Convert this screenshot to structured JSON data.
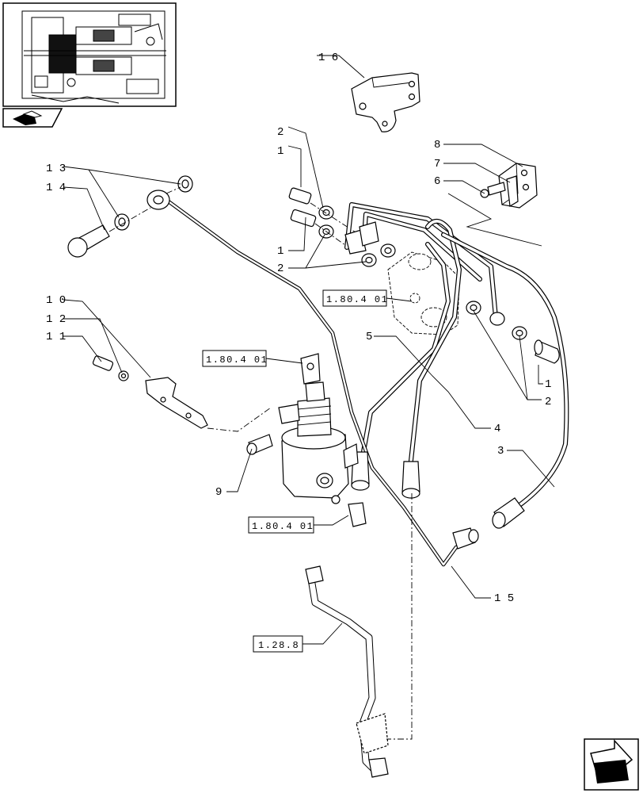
{
  "callouts": {
    "c16": "1 6",
    "c8": "8",
    "c7": "7",
    "c6": "6",
    "c2a": "2",
    "c1a": "1",
    "c13": "1 3",
    "c14": "1 4",
    "c1b": "1",
    "c2b": "2",
    "c10": "1 0",
    "c12": "1 2",
    "c11": "1 1",
    "c5": "5",
    "c1c": "1",
    "c2c": "2",
    "c4": "4",
    "c3": "3",
    "c9": "9",
    "c15": "1 5"
  },
  "references": {
    "ref_a": "1.80.4 01",
    "ref_b": "1.80.4 01",
    "ref_c": "1.80.4 01",
    "ref_d": "1.28.8"
  },
  "icons": {
    "thumbnail": "assembly-thumbnail",
    "prev_nav": "previous-page-arrow-icon",
    "next_nav": "next-page-arrow-icon"
  }
}
